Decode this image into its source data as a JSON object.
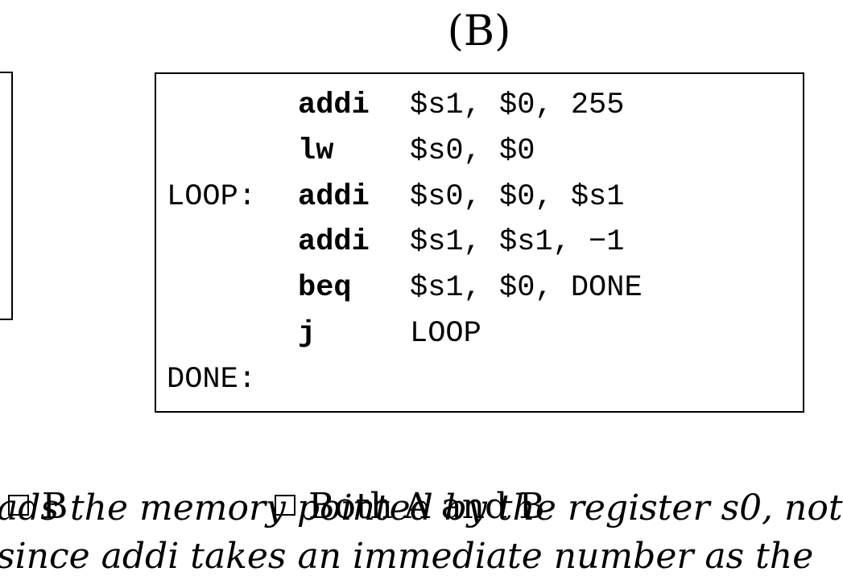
{
  "heading": "(B)",
  "code": [
    {
      "label": "",
      "op": "addi",
      "args": "$s1, $0, 255"
    },
    {
      "label": "",
      "op": "lw",
      "args": "$s0, $0"
    },
    {
      "label": "LOOP:",
      "op": "addi",
      "args": "$s0, $0, $s1"
    },
    {
      "label": "",
      "op": "addi",
      "args": "$s1, $s1, −1"
    },
    {
      "label": "",
      "op": "beq",
      "args": "$s1, $0, DONE"
    },
    {
      "label": "",
      "op": "j",
      "args": "LOOP"
    },
    {
      "label": "DONE:",
      "op": "",
      "args": ""
    }
  ],
  "options": {
    "b_label": "B",
    "both_label": "Both A and B"
  },
  "explanation": {
    "line1": "ads the memory pointed by the register s0, not",
    "line2": "since addi takes an immediate number as the"
  }
}
